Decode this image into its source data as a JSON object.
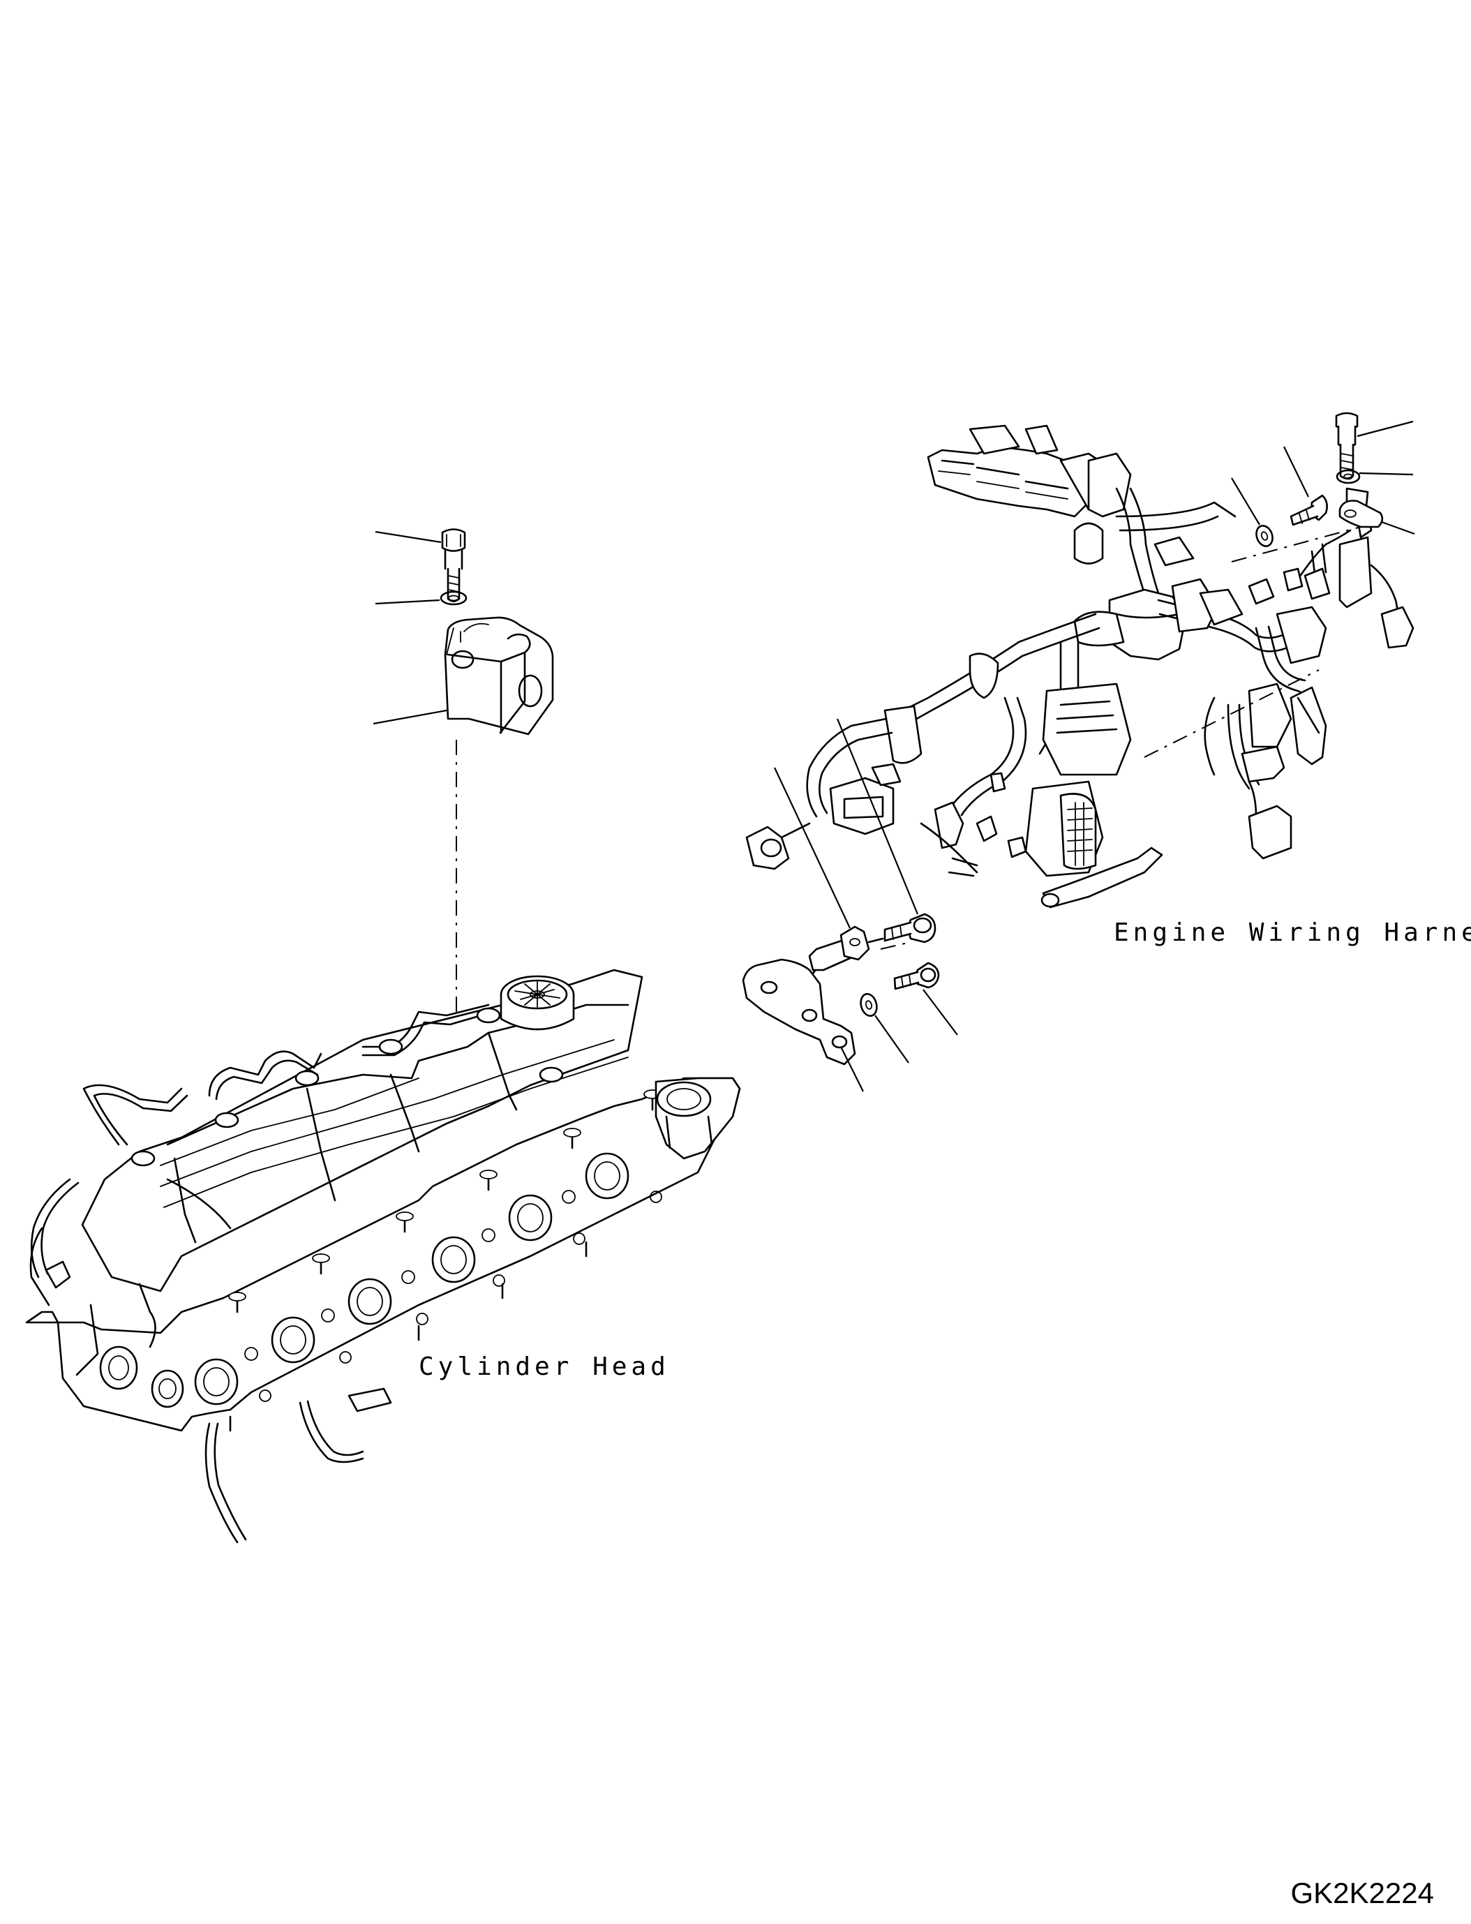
{
  "labels": {
    "engine_wiring_harness": "Engine Wiring Harness",
    "cylinder_head": "Cylinder Head"
  },
  "drawing_code": "GK2K2224"
}
